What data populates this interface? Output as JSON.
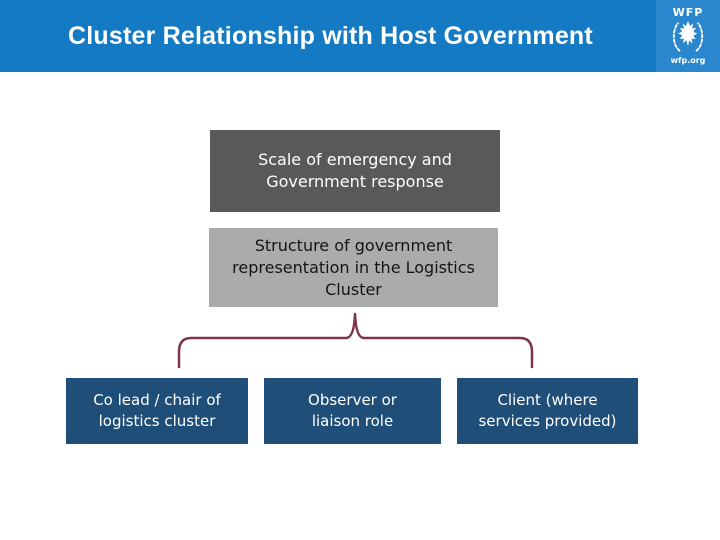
{
  "header": {
    "title": "Cluster Relationship with Host Government",
    "bar_color": "#147ac4",
    "logo": {
      "org": "WFP",
      "site": "wfp.org"
    }
  },
  "diagram": {
    "top_boxes": [
      {
        "name": "scale-of-emergency",
        "text": "Scale of emergency and Government response",
        "lines": [
          "Scale of emergency and",
          "Government response"
        ],
        "bg": "#595959",
        "fg": "#ffffff"
      },
      {
        "name": "structure-of-government",
        "text": "Structure of government representation in the Logistics Cluster",
        "lines": [
          "Structure of government",
          "representation in the Logistics",
          "Cluster"
        ],
        "bg": "#ababab",
        "fg": "#141414"
      }
    ],
    "brace_color": "#7d3349",
    "bottom_box_color": "#1f4e79",
    "bottom_boxes": [
      {
        "name": "co-lead-chair",
        "text": "Co lead / chair of logistics cluster",
        "lines": [
          "Co lead / chair of",
          "logistics cluster"
        ]
      },
      {
        "name": "observer-liaison",
        "text": "Observer or liaison role",
        "lines": [
          "Observer or",
          "liaison role"
        ]
      },
      {
        "name": "client-services",
        "text": "Client (where services provided)",
        "lines": [
          "Client (where",
          "services provided)"
        ]
      }
    ]
  }
}
